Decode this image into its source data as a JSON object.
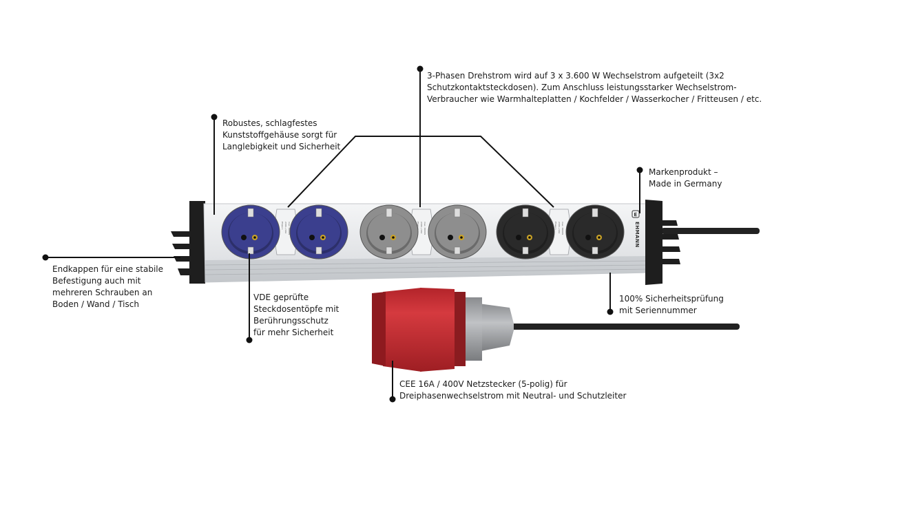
{
  "brand": "EHMANN",
  "brand_logo_letter": "E",
  "socket_label_lines": [
    "Phase 1",
    "230V~/16A",
    "max. 3600W"
  ],
  "callouts": {
    "three_phase": [
      "3-Phasen Drehstrom wird auf 3 x 3.600 W Wechselstrom aufgeteilt  (3x2",
      "Schutzkontaktsteckdosen). Zum Anschluss leistungsstarker Wechselstrom-",
      "Verbraucher wie Warmhalteplatten / Kochfelder / Wasserkocher / Fritteusen / etc."
    ],
    "housing": [
      "Robustes, schlagfestes",
      "Kunststoffgehäuse sorgt für",
      "Langlebigkeit und Sicherheit"
    ],
    "brand_product": [
      "Markenprodukt –",
      "Made in Germany"
    ],
    "endcaps": [
      "Endkappen für eine stabile",
      "Befestigung auch mit",
      "mehreren Schrauben an",
      "Boden / Wand / Tisch"
    ],
    "sockets": [
      "VDE geprüfte",
      "Steckdosentöpfe mit",
      "Berührungsschutz",
      "für mehr Sicherheit"
    ],
    "safety_test": [
      "100% Sicherheitsprüfung",
      "mit Seriennummer"
    ],
    "cee_plug": [
      "CEE 16A / 400V Netzstecker (5-polig) für",
      "Dreiphasenwechselstrom mit Neutral- und Schutzleiter"
    ]
  },
  "colors": {
    "socket_blue": "#3b3f8e",
    "socket_gray": "#8e8e8e",
    "socket_black": "#2a2a2a",
    "cee_red": "#c0272d",
    "housing_silver": "#dfe1e4",
    "endcap_black": "#1c1c1c"
  }
}
